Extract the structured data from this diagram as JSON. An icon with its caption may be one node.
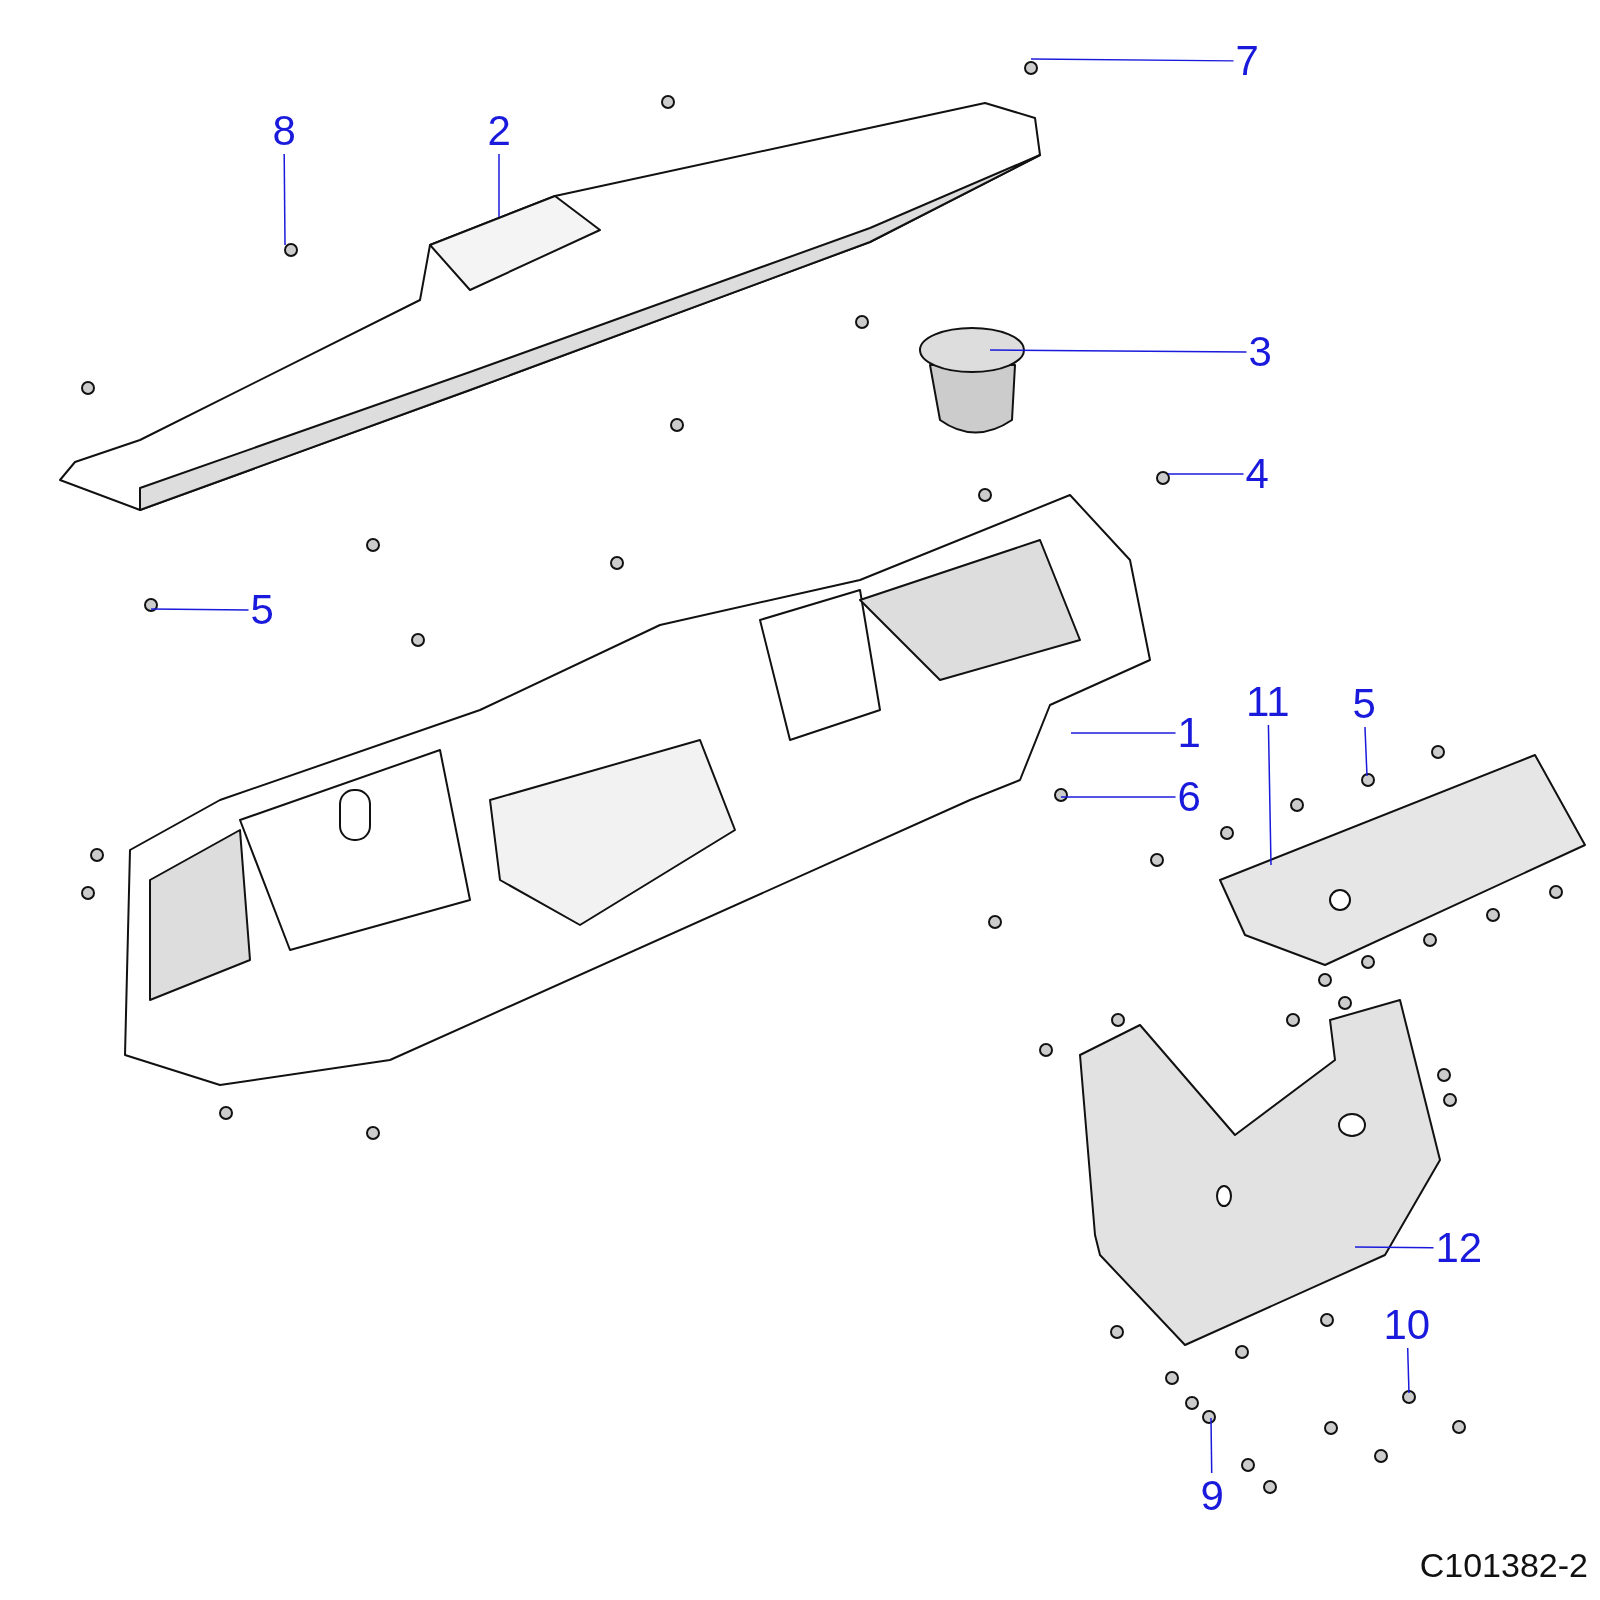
{
  "diagram": {
    "nodes": [
      {
        "text": [
          "7"
        ]
      },
      {
        "text": [
          "8"
        ]
      },
      {
        "text": [
          "2"
        ]
      },
      {
        "text": [
          "3"
        ]
      },
      {
        "text": [
          "4"
        ]
      },
      {
        "text": [
          "5"
        ]
      },
      {
        "text": [
          "11"
        ]
      },
      {
        "text": [
          "5"
        ]
      },
      {
        "text": [
          "1"
        ]
      },
      {
        "text": [
          "6"
        ]
      },
      {
        "text": [
          "12"
        ]
      },
      {
        "text": [
          "10"
        ]
      },
      {
        "text": [
          "9"
        ]
      }
    ],
    "edges": [
      {
        "from": 0,
        "to": null,
        "arrow": "none"
      },
      {
        "from": 1,
        "to": null,
        "arrow": "none"
      },
      {
        "from": 2,
        "to": null,
        "arrow": "none"
      },
      {
        "from": 3,
        "to": null,
        "arrow": "none"
      },
      {
        "from": 4,
        "to": null,
        "arrow": "none"
      },
      {
        "from": 5,
        "to": null,
        "arrow": "none"
      },
      {
        "from": 6,
        "to": null,
        "arrow": "none"
      },
      {
        "from": 7,
        "to": null,
        "arrow": "none"
      },
      {
        "from": 8,
        "to": null,
        "arrow": "none"
      },
      {
        "from": 9,
        "to": null,
        "arrow": "none"
      },
      {
        "from": 10,
        "to": null,
        "arrow": "none"
      },
      {
        "from": 11,
        "to": null,
        "arrow": "none"
      },
      {
        "from": 12,
        "to": null,
        "arrow": "none"
      }
    ],
    "labels": [
      "C101382-2"
    ]
  }
}
